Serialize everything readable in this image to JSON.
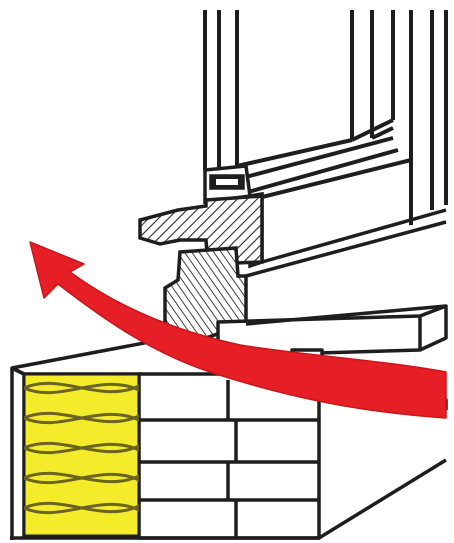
{
  "diagram": {
    "colors": {
      "background": "#ffffff",
      "line": "#1e1e1e",
      "insulation_fill": "#f4ec2a",
      "insulation_pattern": "#6a6420",
      "air_flow_arrow": "#e51f25",
      "hatch": "#2a2a2a"
    },
    "components": [
      "window-frame",
      "window-sash",
      "glazing-bead",
      "sill-profile",
      "wooden-window-sill",
      "interior-window-board",
      "masonry-wall",
      "insulation",
      "air-flow-arrow"
    ]
  }
}
